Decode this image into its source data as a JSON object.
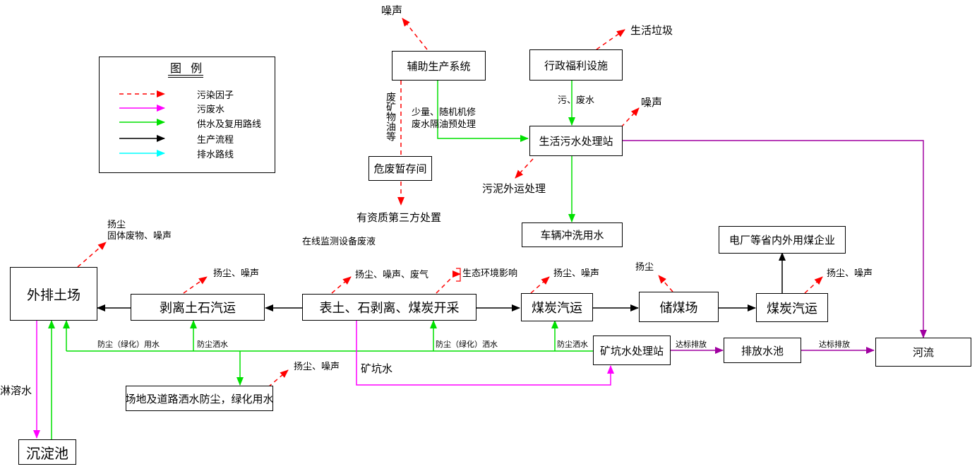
{
  "colors": {
    "pollutant": "#ff0000",
    "wastewater": "#ff00ff",
    "supply": "#00e000",
    "process": "#000000",
    "drainage": "#00ffff",
    "discharge": "#a000a0"
  },
  "legend": {
    "title": "图 例",
    "items": [
      {
        "label": "污染因子",
        "color": "#ff0000",
        "style": "dashed"
      },
      {
        "label": "污废水",
        "color": "#ff00ff",
        "style": "solid"
      },
      {
        "label": "供水及复用路线",
        "color": "#00e000",
        "style": "solid"
      },
      {
        "label": "生产流程",
        "color": "#000000",
        "style": "solid"
      },
      {
        "label": "排水路线",
        "color": "#00ffff",
        "style": "solid"
      }
    ]
  },
  "nodes": {
    "aux": "辅助生产系统",
    "admin": "行政福利设施",
    "sewage": "生活污水处理站",
    "hazard": "危废暂存间",
    "vehicle": "车辆冲洗用水",
    "power": "电厂等省内外用煤企业",
    "dump": "外排土场",
    "stripTrans": "剥离土石汽运",
    "mining": "表土、石剥离、煤炭开采",
    "coalTrans1": "煤炭汽运",
    "storage": "储煤场",
    "coalTrans2": "煤炭汽运",
    "mineWater": "矿坑水处理站",
    "dischargePool": "排放水池",
    "river": "河流",
    "site": "场地及道路洒水防尘，绿化用水",
    "sediment": "沉淀池"
  },
  "labels": {
    "noiseTop": "噪声",
    "domesticWaste": "生活垃圾",
    "wasteWater": "污、废水",
    "noiseSewage": "噪声",
    "smallRepair": "少量、随机机修",
    "oilPre": "废水隔油预处理",
    "wasteOil": "废矿物油等",
    "sludge": "污泥外运处理",
    "thirdParty": "有资质第三方处置",
    "onlineMonitor": "在线监测设备废液",
    "dumpDust1": "扬尘",
    "dumpDust2": "固体废物、噪声",
    "stripDust": "扬尘、噪声",
    "miningDust": "扬尘、噪声、废气",
    "eco": "生态环境影响",
    "coal1Dust": "扬尘、噪声",
    "storageDust": "扬尘",
    "coal2Dust": "扬尘、噪声",
    "dustGreen": "防尘（绿化）用水",
    "dustSpray1": "防尘洒水",
    "dustGreenSpray": "防尘（绿化）洒水",
    "dustSpray2": "防尘洒水",
    "standard1": "达标排放",
    "standard2": "达标排放",
    "mineWaterLbl": "矿坑水",
    "siteDust": "扬尘、噪声",
    "leach": "淋溶水"
  }
}
